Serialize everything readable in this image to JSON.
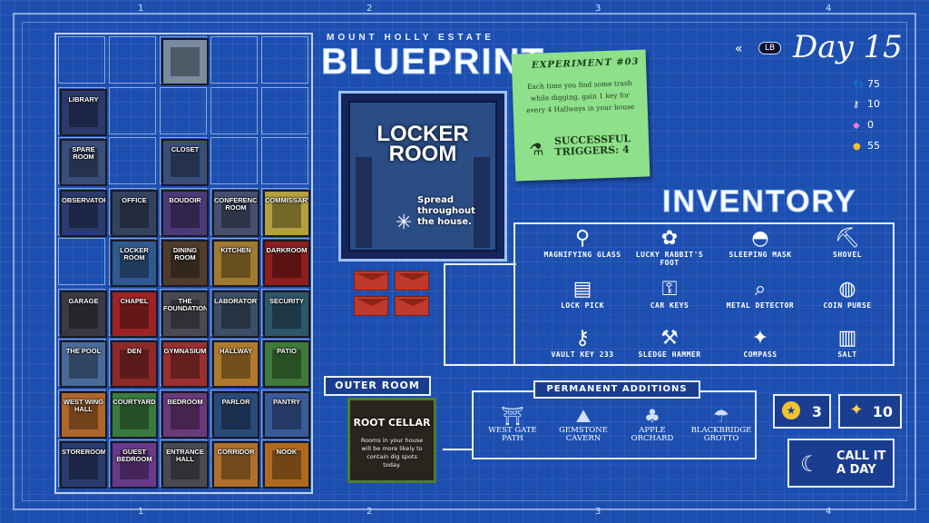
{
  "rulers": {
    "top": [
      "1",
      "2",
      "3",
      "4"
    ],
    "bottom": [
      "1",
      "2",
      "3",
      "4"
    ]
  },
  "header": {
    "estate": "MOUNT HOLLY ESTATE",
    "title": "BLUEPRINT"
  },
  "day": {
    "label": "Day 15",
    "back_button": "LB"
  },
  "stats": {
    "steps": "75",
    "keys": "10",
    "gems": "0",
    "coins": "55"
  },
  "rooms": [
    {
      "id": "antechamber",
      "name": "",
      "color": "#7a8aa0"
    },
    {
      "id": "library",
      "name": "LIBRARY",
      "color": "#2b3a6a"
    },
    {
      "id": "spare_room",
      "name": "SPARE ROOM",
      "color": "#3a4e7a"
    },
    {
      "id": "closet",
      "name": "CLOSET",
      "color": "#3a4e7a"
    },
    {
      "id": "observatory",
      "name": "OBSERVATORY",
      "color": "#2c3b6e"
    },
    {
      "id": "office",
      "name": "OFFICE",
      "color": "#33435e"
    },
    {
      "id": "boudoir",
      "name": "BOUDOIR",
      "color": "#4a3a78"
    },
    {
      "id": "conference_room",
      "name": "CONFERENCE ROOM",
      "color": "#46506e"
    },
    {
      "id": "commissary",
      "name": "COMMISSARY",
      "color": "#b3a040"
    },
    {
      "id": "locker_room",
      "name": "LOCKER ROOM",
      "color": "#2f5a8f"
    },
    {
      "id": "dining_room",
      "name": "DINING ROOM",
      "color": "#4e3c2c"
    },
    {
      "id": "kitchen",
      "name": "KITCHEN",
      "color": "#a07a30"
    },
    {
      "id": "darkroom",
      "name": "DARKROOM",
      "color": "#8e1d1d"
    },
    {
      "id": "garage",
      "name": "GARAGE",
      "color": "#3a3a44"
    },
    {
      "id": "chapel",
      "name": "CHAPEL",
      "color": "#9c2424"
    },
    {
      "id": "the_foundation",
      "name": "THE FOUNDATION",
      "color": "#4a4a52"
    },
    {
      "id": "laboratory",
      "name": "LABORATORY",
      "color": "#3c4f66"
    },
    {
      "id": "security",
      "name": "SECURITY",
      "color": "#30566a"
    },
    {
      "id": "the_pool",
      "name": "THE POOL",
      "color": "#4a6b9a"
    },
    {
      "id": "den",
      "name": "DEN",
      "color": "#8e2a2a"
    },
    {
      "id": "gymnasium",
      "name": "GYMNASIUM",
      "color": "#9a3030"
    },
    {
      "id": "hallway",
      "name": "HALLWAY",
      "color": "#b07a2c"
    },
    {
      "id": "patio",
      "name": "PATIO",
      "color": "#3f7a3a"
    },
    {
      "id": "west_wing_hall",
      "name": "WEST WING HALL",
      "color": "#b0662a"
    },
    {
      "id": "courtyard",
      "name": "COURTYARD",
      "color": "#3a7a3e"
    },
    {
      "id": "bedroom",
      "name": "BEDROOM",
      "color": "#6a3a7a"
    },
    {
      "id": "parlor",
      "name": "PARLOR",
      "color": "#2a4a7a"
    },
    {
      "id": "pantry",
      "name": "PANTRY",
      "color": "#3a5a9a"
    },
    {
      "id": "storeroom",
      "name": "STOREROOM",
      "color": "#2c3b6e"
    },
    {
      "id": "guest_bedroom",
      "name": "GUEST BEDROOM",
      "color": "#6a3a8a"
    },
    {
      "id": "entrance_hall",
      "name": "ENTRANCE HALL",
      "color": "#4a4a52"
    },
    {
      "id": "corridor",
      "name": "CORRIDOR",
      "color": "#b0702a"
    },
    {
      "id": "nook",
      "name": "NOOK",
      "color": "#b06a20"
    }
  ],
  "selected_room": {
    "name": "LOCKER ROOM",
    "description": "Spread throughout the house."
  },
  "envelopes": 4,
  "experiment": {
    "title": "EXPERIMENT #03",
    "body": "Each time you find some trash while digging, gain 1 key for every 4 Hallways in your house",
    "triggers_label": "SUCCESSFUL TRIGGERS:",
    "triggers_value": "4"
  },
  "inventory": {
    "title": "INVENTORY",
    "items": [
      {
        "name": "MAGNIFYING GLASS",
        "icon": "magnifying-glass-icon",
        "glyph": "⚲"
      },
      {
        "name": "LUCKY RABBIT'S FOOT",
        "icon": "rabbit-foot-icon",
        "glyph": "✿"
      },
      {
        "name": "SLEEPING MASK",
        "icon": "sleeping-mask-icon",
        "glyph": "◓"
      },
      {
        "name": "SHOVEL",
        "icon": "shovel-icon",
        "glyph": "⛏"
      },
      {
        "name": "LOCK PICK",
        "icon": "lock-pick-icon",
        "glyph": "▤"
      },
      {
        "name": "CAR KEYS",
        "icon": "car-keys-icon",
        "glyph": "⚿"
      },
      {
        "name": "METAL DETECTOR",
        "icon": "metal-detector-icon",
        "glyph": "⌕"
      },
      {
        "name": "COIN PURSE",
        "icon": "coin-purse-icon",
        "glyph": "◍"
      },
      {
        "name": "VAULT KEY 233",
        "icon": "vault-key-icon",
        "glyph": "⚷"
      },
      {
        "name": "SLEDGE HAMMER",
        "icon": "sledge-hammer-icon",
        "glyph": "⚒"
      },
      {
        "name": "COMPASS",
        "icon": "compass-icon",
        "glyph": "✦"
      },
      {
        "name": "SALT",
        "icon": "salt-icon",
        "glyph": "▥"
      }
    ]
  },
  "permanent": {
    "label": "PERMANENT ADDITIONS",
    "items": [
      {
        "name": "WEST GATE PATH",
        "icon": "gate-icon",
        "glyph": "⛩"
      },
      {
        "name": "GEMSTONE CAVERN",
        "icon": "cavern-icon",
        "glyph": "⛰"
      },
      {
        "name": "APPLE ORCHARD",
        "icon": "tree-icon",
        "glyph": "♣"
      },
      {
        "name": "BLACKBRIDGE GROTTO",
        "icon": "grotto-icon",
        "glyph": "☂"
      }
    ]
  },
  "outer_room": {
    "label": "OUTER ROOM",
    "name": "ROOT CELLAR",
    "description": "Rooms in your house will be more likely to contain dig spots today."
  },
  "counters": {
    "stars": "3",
    "sparkles": "10"
  },
  "call_it": {
    "label_1": "CALL IT",
    "label_2": "A DAY"
  }
}
